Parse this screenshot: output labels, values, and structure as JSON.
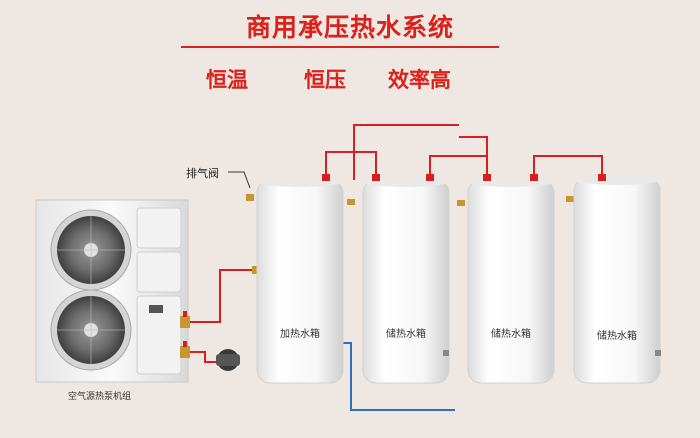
{
  "title": "商用承压热水系统",
  "features": [
    "恒温",
    "恒压",
    "效率高"
  ],
  "vent_label": "排气阀",
  "unit_label": "空气源热泵机组",
  "tanks": [
    {
      "label": "加热水箱"
    },
    {
      "label": "储热水箱"
    },
    {
      "label": "储热水箱"
    },
    {
      "label": "储热水箱"
    }
  ],
  "colors": {
    "accent": "#d9221c",
    "hot_pipe": "#d81e1e",
    "cold_pipe": "#2f6fc4",
    "background": "#efe7e2"
  }
}
